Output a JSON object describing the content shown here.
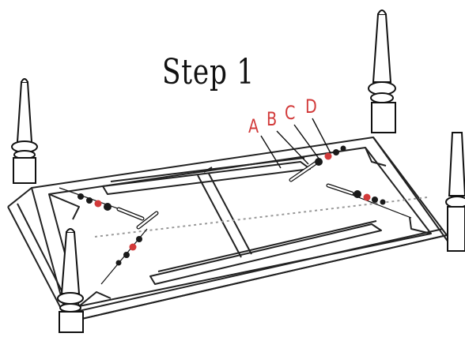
{
  "title": "Step 1",
  "labels": [
    "A",
    "B",
    "C",
    "D"
  ],
  "colors": {
    "line": "#222222",
    "accent": "#d23a3a",
    "hardware": "#1a1a1a"
  }
}
